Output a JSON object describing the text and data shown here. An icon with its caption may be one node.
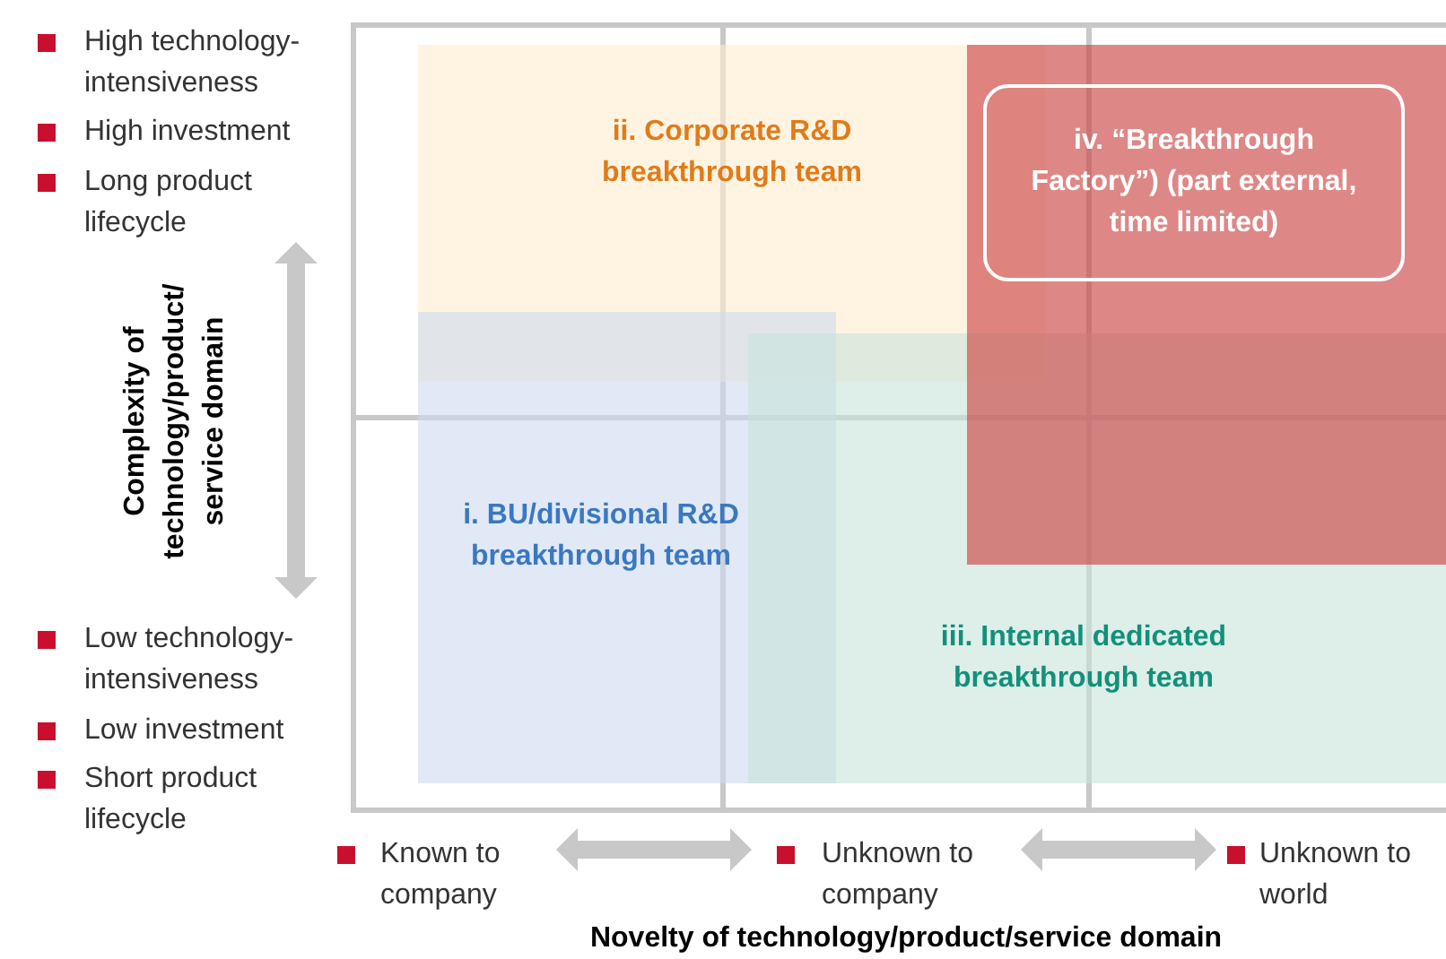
{
  "diagram": {
    "nodes": [
      {
        "text": [
          "ii. Corporate R&D breakthrough team"
        ]
      },
      {
        "text": [
          "i. BU/divisional R&D breakthrough team"
        ]
      },
      {
        "text": [
          "iii. Internal dedicated breakthrough team"
        ]
      },
      {
        "text": [],
        "shape": "box"
      },
      {
        "text": [
          "iv. “Breakthrough Factory”) (part external, time limited)"
        ],
        "in": 3
      }
    ],
    "labels": [
      "High technology-intensiveness",
      "High investment",
      "Long product lifecycle",
      "Complexity of technology/product/ service domain",
      "Low technology-intensiveness",
      "Low investment",
      "Short product lifecycle",
      "Known to company",
      "Unknown to company",
      "Unknown to world",
      "Novelty of technology/product/service domain"
    ]
  }
}
